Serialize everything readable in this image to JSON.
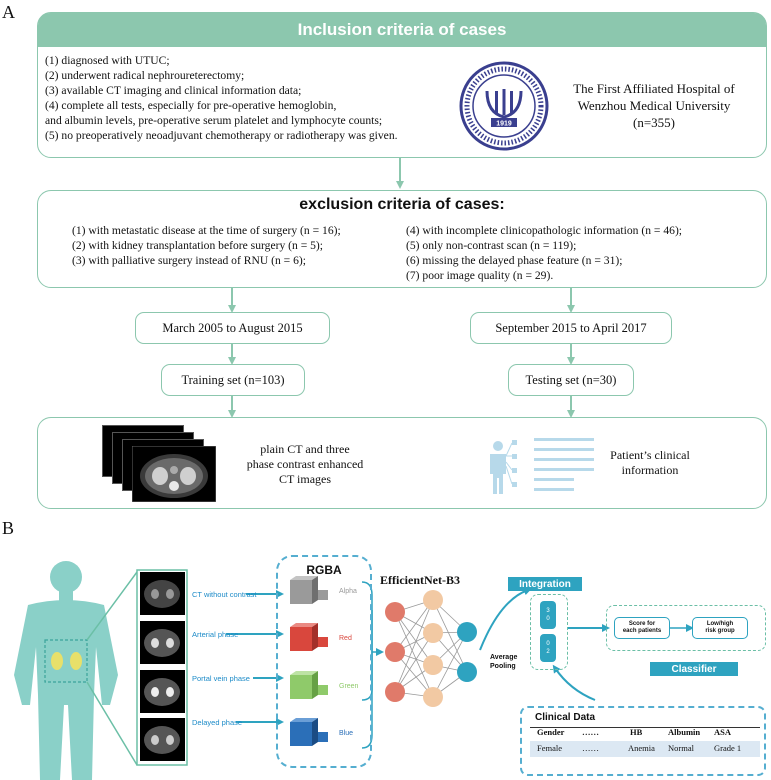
{
  "panel_a": {
    "letter": "A",
    "inclusion": {
      "title": "Inclusion criteria of cases",
      "items": [
        "(1) diagnosed with UTUC;",
        "(2) underwent radical nephroureterectomy;",
        "(3) available CT imaging and clinical information data;",
        "(4) complete all tests, especially for pre-operative hemoglobin,",
        "and albumin levels, pre-operative serum platelet and lymphocyte counts;",
        "(5) no preoperatively neoadjuvant chemotherapy or radiotherapy was given."
      ],
      "hospital_line1": "The First Affiliated Hospital of",
      "hospital_line2": "Wenzhou Medical University",
      "hospital_n": "(n=355)",
      "seal_year": "1919"
    },
    "exclusion": {
      "title": "exclusion criteria of cases:",
      "left_items": [
        "(1) with metastatic disease at the time of surgery (n = 16);",
        "(2) with kidney transplantation before surgery (n = 5);",
        "(3) with palliative surgery instead of RNU (n = 6);"
      ],
      "right_items": [
        "(4) with incomplete clinicopathologic information (n = 46);",
        "(5) only non-contrast scan (n = 119);",
        "(6) missing the delayed phase feature (n = 31);",
        "(7) poor image quality (n = 29)."
      ]
    },
    "period_left": "March 2005 to August 2015",
    "period_right": "September 2015 to April 2017",
    "training_set": "Training set (n=103)",
    "testing_set": "Testing set (n=30)",
    "ct_description": [
      "plain CT and three",
      "phase contrast enhanced",
      "CT images"
    ],
    "clinical_description": [
      "Patient’s clinical",
      "information"
    ]
  },
  "panel_b": {
    "letter": "B",
    "phases": [
      "CT without contrast",
      "Arterial phase",
      "Portal vein phase",
      "Delayed phase"
    ],
    "rgba_title": "RGBA",
    "channels": [
      "Alpha",
      "Red",
      "Green",
      "Blue"
    ],
    "channel_colors": [
      "#9a9a9a",
      "#d9473d",
      "#8fca6a",
      "#2b6fb8"
    ],
    "network_title": "EfficientNet-B3",
    "pooling_label": [
      "Average",
      "Pooling"
    ],
    "integration_label": "Integration",
    "feature_values": [
      "3",
      "0",
      "0",
      "2"
    ],
    "classifier_label": "Classifier",
    "score_box": [
      "Score for",
      "each patients"
    ],
    "risk_box": [
      "Low/high",
      "risk group"
    ],
    "clinical_data": {
      "title": "Clinical Data",
      "headers": [
        "Gender",
        "……",
        "HB",
        "Albumin",
        "ASA"
      ],
      "row": [
        "Female",
        "……",
        "Anemia",
        "Normal",
        "Grade 1"
      ]
    }
  }
}
